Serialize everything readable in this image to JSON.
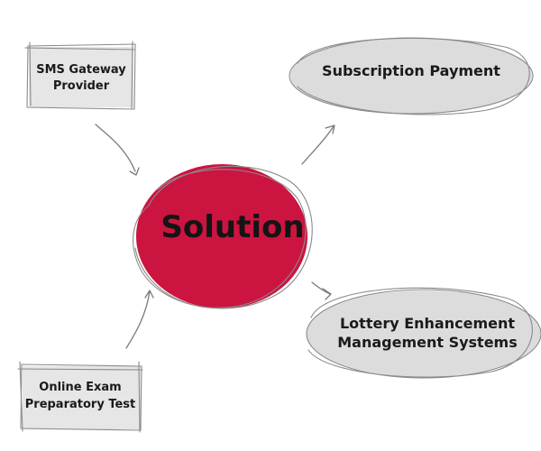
{
  "center": {
    "label": "Solution",
    "fill_color": "#cc1440"
  },
  "inputs": [
    {
      "line1": "SMS Gateway",
      "line2": "Provider"
    },
    {
      "line1": "Online Exam",
      "line2": "Preparatory Test"
    }
  ],
  "outputs": [
    {
      "line1": "Subscription Payment"
    },
    {
      "line1": "Lottery Enhancement",
      "line2": "Management Systems"
    }
  ],
  "colors": {
    "box_fill": "#e6e6e6",
    "oval_fill": "#dcdcdc",
    "sketch_line": "#8a8a8a"
  }
}
